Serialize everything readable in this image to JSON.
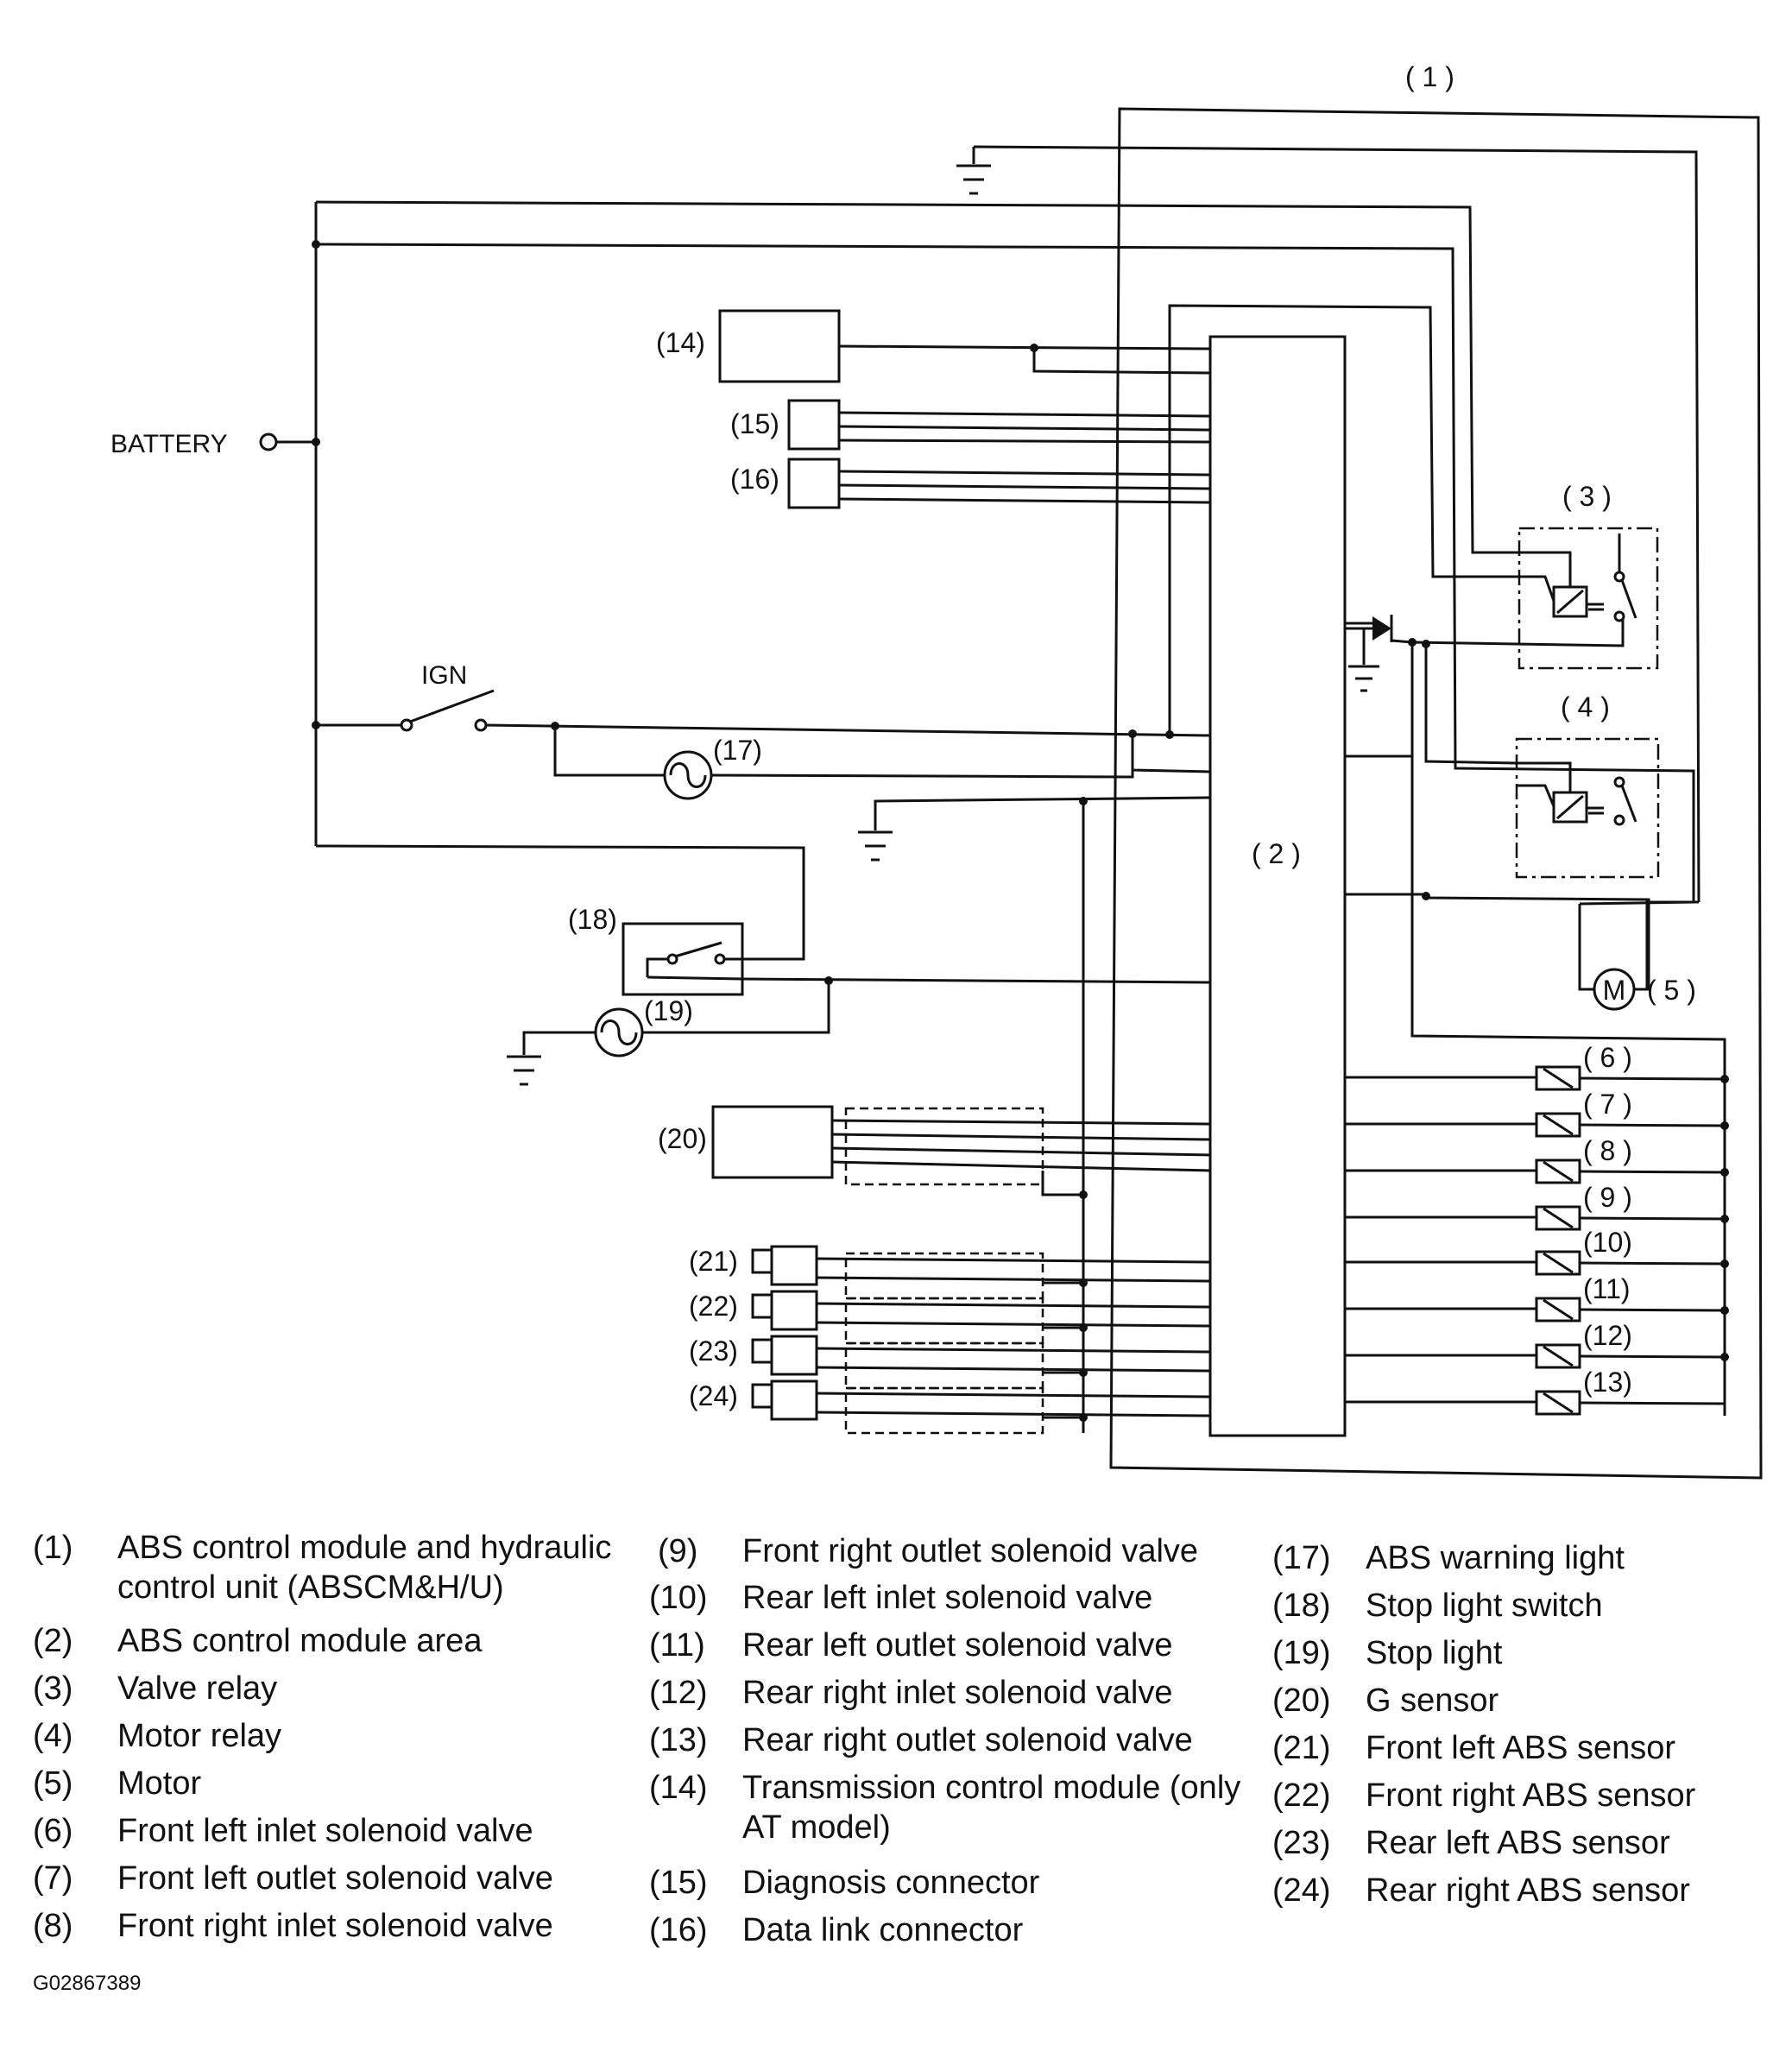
{
  "diagram": {
    "labels": {
      "battery": "BATTERY",
      "ign": "IGN",
      "motor_symbol": "M",
      "c1": "( 1 )",
      "c2": "( 2 )",
      "c3": "( 3 )",
      "c4": "( 4 )",
      "c5": "( 5 )",
      "c6": "( 6 )",
      "c7": "( 7 )",
      "c8": "( 8 )",
      "c9": "( 9 )",
      "c10": "(10)",
      "c11": "(11)",
      "c12": "(12)",
      "c13": "(13)",
      "c14": "(14)",
      "c15": "(15)",
      "c16": "(16)",
      "c17": "(17)",
      "c18": "(18)",
      "c19": "(19)",
      "c20": "(20)",
      "c21": "(21)",
      "c22": "(22)",
      "c23": "(23)",
      "c24": "(24)"
    }
  },
  "legend": {
    "items": [
      {
        "num": "(1)",
        "text": "ABS control module and hydraulic\ncontrol unit (ABSCM&H/U)"
      },
      {
        "num": "(2)",
        "text": "ABS control module area"
      },
      {
        "num": "(3)",
        "text": "Valve relay"
      },
      {
        "num": "(4)",
        "text": "Motor relay"
      },
      {
        "num": "(5)",
        "text": "Motor"
      },
      {
        "num": "(6)",
        "text": "Front left inlet solenoid valve"
      },
      {
        "num": "(7)",
        "text": "Front left outlet solenoid valve"
      },
      {
        "num": "(8)",
        "text": "Front right inlet solenoid valve"
      },
      {
        "num": "(9)",
        "text": "Front right outlet solenoid valve"
      },
      {
        "num": "(10)",
        "text": "Rear left inlet solenoid valve"
      },
      {
        "num": "(11)",
        "text": "Rear left outlet solenoid valve"
      },
      {
        "num": "(12)",
        "text": "Rear right inlet solenoid valve"
      },
      {
        "num": "(13)",
        "text": "Rear right outlet solenoid valve"
      },
      {
        "num": "(14)",
        "text": "Transmission control module (only\nAT model)"
      },
      {
        "num": "(15)",
        "text": "Diagnosis connector"
      },
      {
        "num": "(16)",
        "text": "Data link connector"
      },
      {
        "num": "(17)",
        "text": "ABS warning light"
      },
      {
        "num": "(18)",
        "text": "Stop light switch"
      },
      {
        "num": "(19)",
        "text": "Stop light"
      },
      {
        "num": "(20)",
        "text": "G sensor"
      },
      {
        "num": "(21)",
        "text": "Front left ABS sensor"
      },
      {
        "num": "(22)",
        "text": "Front right ABS sensor"
      },
      {
        "num": "(23)",
        "text": "Rear left ABS sensor"
      },
      {
        "num": "(24)",
        "text": "Rear right ABS sensor"
      }
    ]
  },
  "figure_id": "G02867389"
}
